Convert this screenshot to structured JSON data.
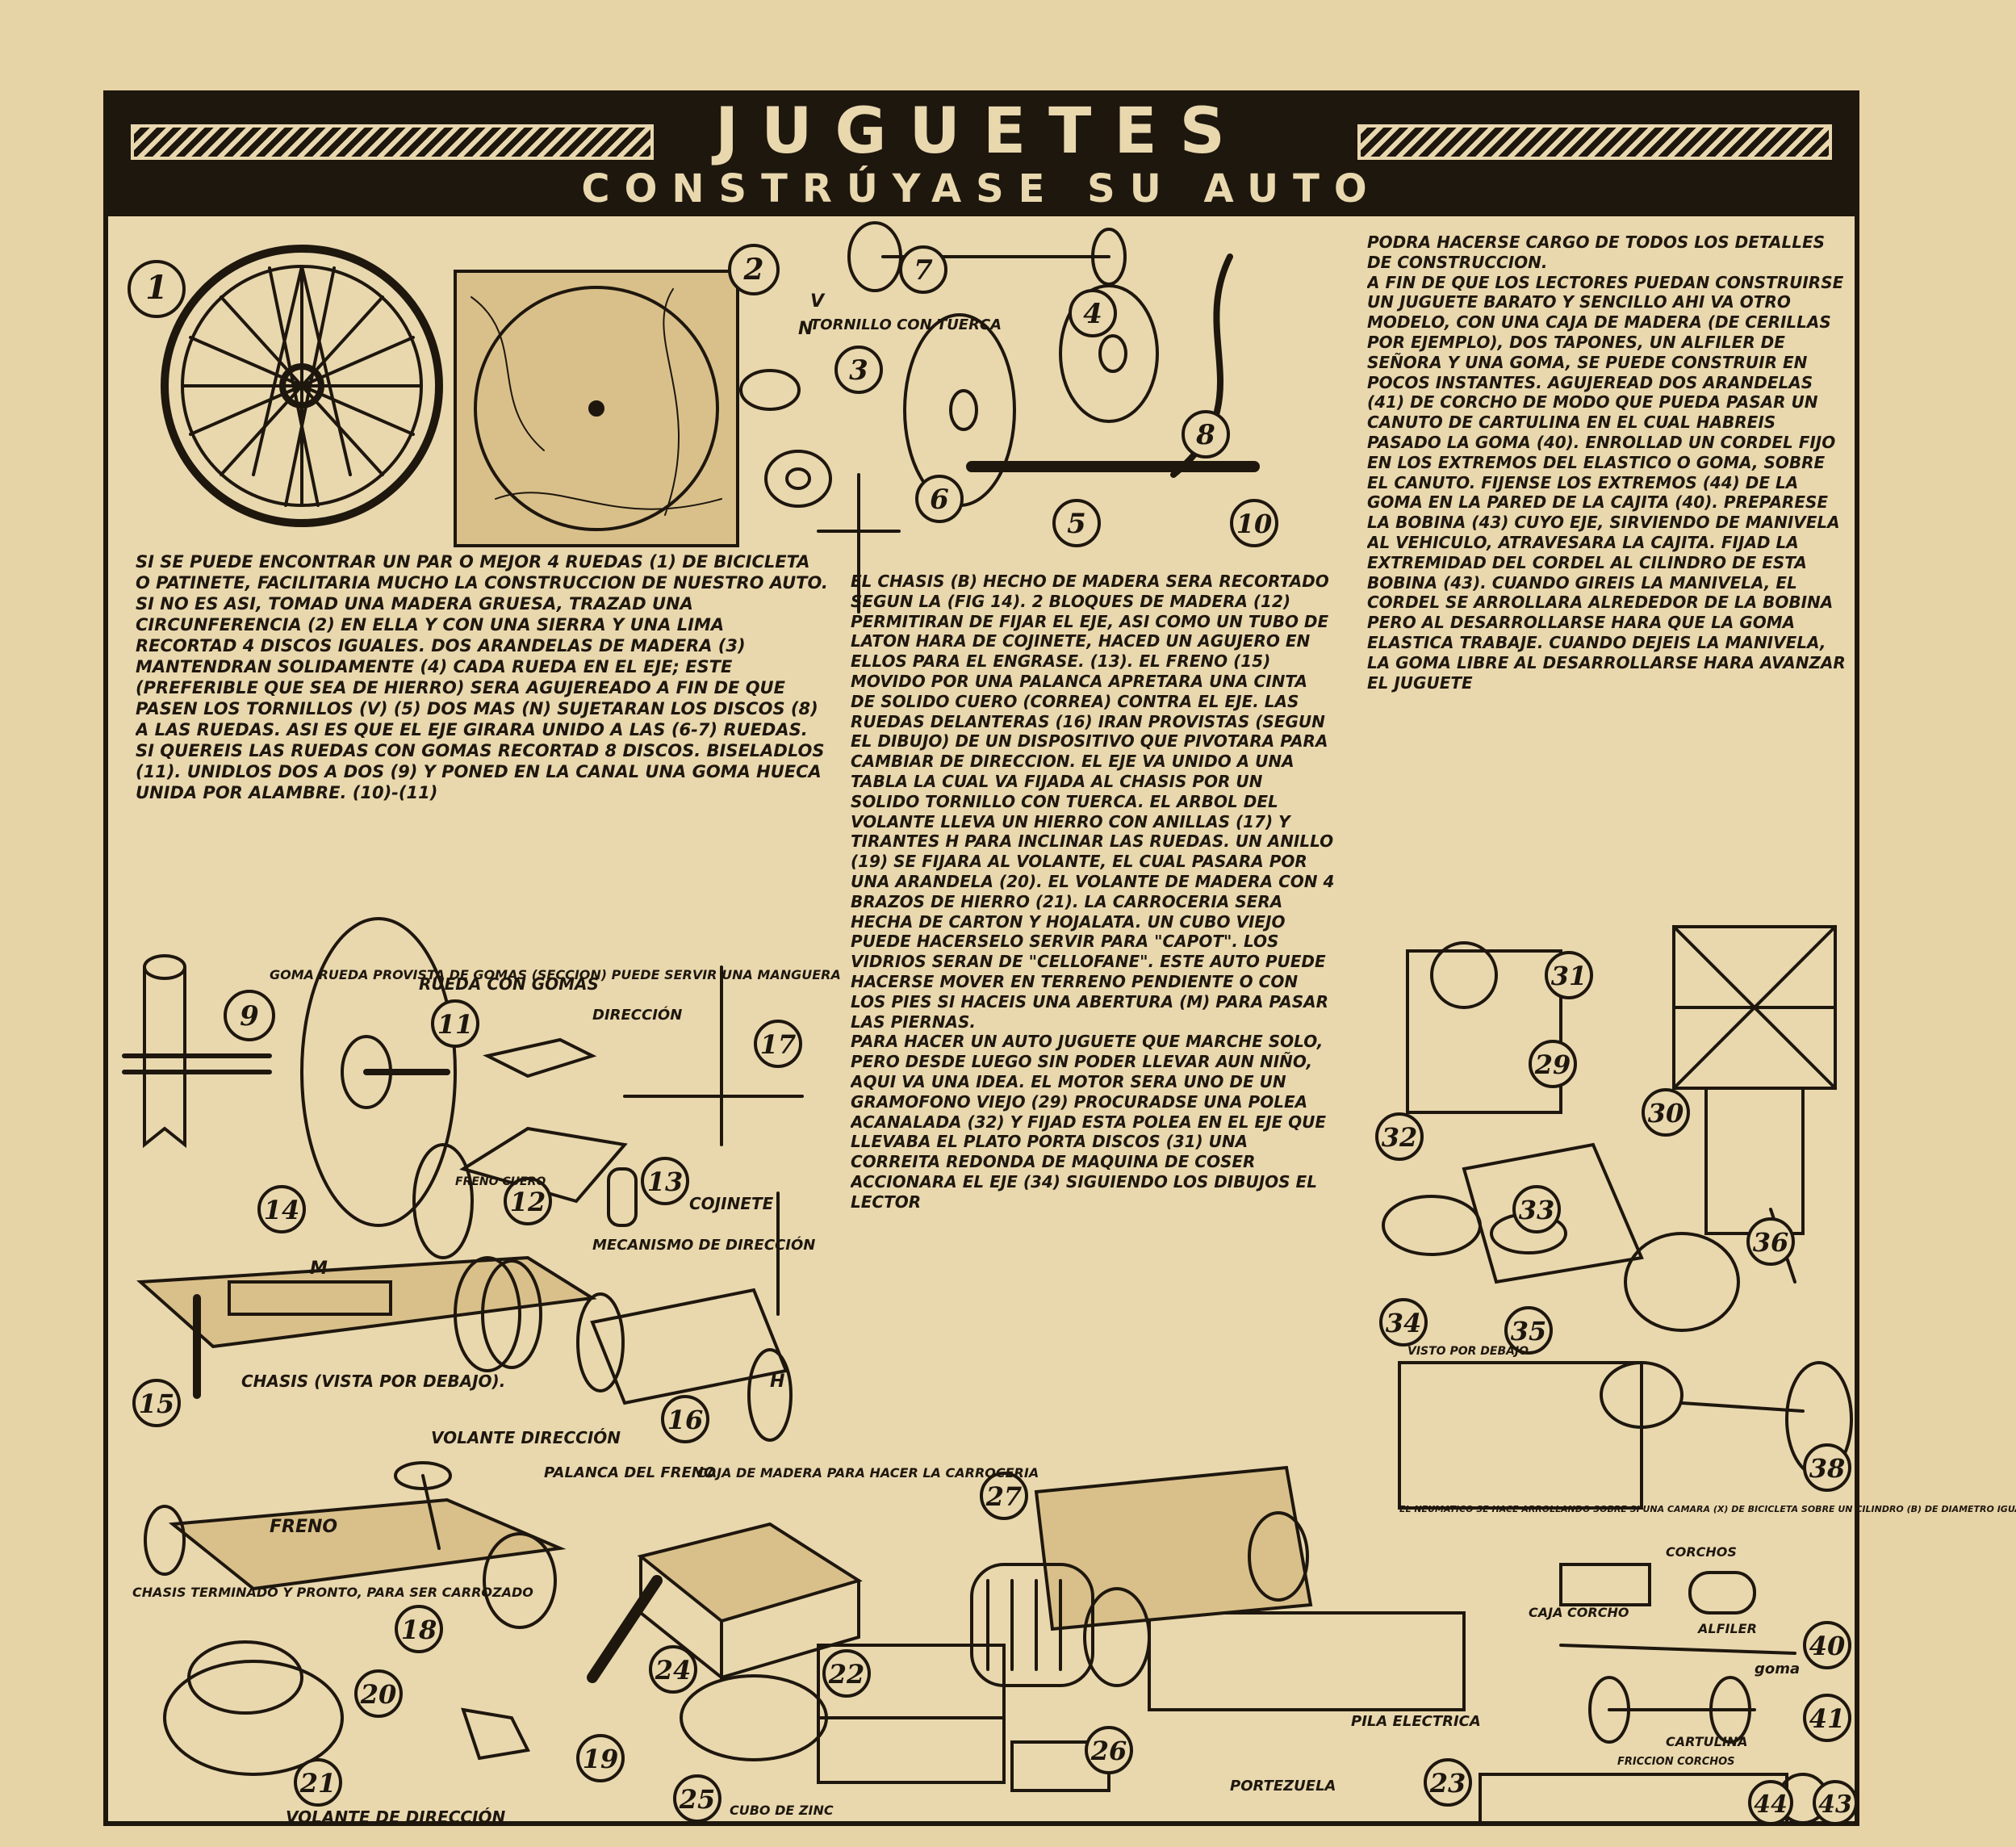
{
  "header": {
    "title": "JUGUETES",
    "subtitle": "CONSTRÚYASE SU AUTO"
  },
  "text": {
    "col1": "SI SE PUEDE ENCONTRAR UN PAR O MEJOR 4 RUEDAS (1) DE BICICLETA O PATINETE, FACILITARIA MUCHO LA CONSTRUCCION DE NUESTRO AUTO. SI NO ES ASI, TOMAD UNA MADERA GRUESA, TRAZAD UNA CIRCUNFERENCIA (2) EN ELLA Y CON UNA SIERRA Y UNA LIMA RECORTAD 4 DISCOS IGUALES. DOS ARANDELAS DE MADERA (3) MANTENDRAN SOLIDAMENTE (4) CADA RUEDA EN EL EJE; ESTE (PREFERIBLE QUE SEA DE HIERRO) SERA AGUJEREADO A FIN DE QUE PASEN LOS TORNILLOS (V) (5) DOS MAS (N) SUJETARAN LOS DISCOS (8) A LAS RUEDAS. ASI ES QUE EL EJE GIRARA UNIDO A LAS (6-7) RUEDAS. SI QUEREIS LAS RUEDAS CON GOMAS RECORTAD 8 DISCOS. BISELADLOS (11). UNIDLOS DOS A DOS (9) Y PONED EN LA CANAL UNA GOMA HUECA UNIDA POR ALAMBRE. (10)-(11)",
    "col2": "EL CHASIS (B) HECHO DE MADERA SERA RECORTADO SEGUN LA (FIG 14). 2 BLOQUES DE MADERA (12) PERMITIRAN DE FIJAR EL EJE, ASI COMO UN TUBO DE LATON HARA DE COJINETE, HACED UN AGUJERO EN ELLOS PARA EL ENGRASE. (13). EL FRENO (15) MOVIDO POR UNA PALANCA APRETARA UNA CINTA DE SOLIDO CUERO (CORREA) CONTRA EL EJE. LAS RUEDAS DELANTERAS (16) IRAN PROVISTAS (SEGUN EL DIBUJO) DE UN DISPOSITIVO QUE PIVOTARA PARA CAMBIAR DE DIRECCION. EL EJE VA UNIDO A UNA TABLA LA CUAL VA FIJADA AL CHASIS POR UN SOLIDO TORNILLO CON TUERCA. EL ARBOL DEL VOLANTE LLEVA UN HIERRO CON ANILLAS (17) Y TIRANTES H PARA INCLINAR LAS RUEDAS. UN ANILLO (19) SE FIJARA AL VOLANTE, EL CUAL PASARA POR UNA ARANDELA (20). EL VOLANTE DE MADERA CON 4 BRAZOS DE HIERRO (21). LA CARROCERIA SERA HECHA DE CARTON Y HOJALATA. UN CUBO VIEJO PUEDE HACERSELO SERVIR PARA \"CAPOT\". LOS VIDRIOS SERAN DE \"CELLOFANE\". ESTE AUTO PUEDE HACERSE MOVER EN TERRENO PENDIENTE O CON LOS PIES SI HACEIS UNA ABERTURA (M) PARA PASAR LAS PIERNAS.\nPARA HACER UN AUTO JUGUETE QUE MARCHE SOLO, PERO DESDE LUEGO SIN PODER LLEVAR AUN NIÑO, AQUI VA UNA IDEA. EL MOTOR SERA UNO DE UN GRAMOFONO VIEJO (29) PROCURADSE UNA POLEA ACANALADA (32) Y FIJAD ESTA POLEA EN EL EJE QUE LLEVABA EL PLATO PORTA DISCOS (31) UNA CORREITA REDONDA DE MAQUINA DE COSER ACCIONARA EL EJE (34) SIGUIENDO LOS DIBUJOS EL LECTOR",
    "col3": "PODRA HACERSE CARGO DE TODOS LOS DETALLES DE CONSTRUCCION.\nA FIN DE QUE LOS LECTORES PUEDAN CONSTRUIRSE UN JUGUETE BARATO Y SENCILLO AHI VA OTRO MODELO, CON UNA CAJA DE MADERA (DE CERILLAS POR EJEMPLO), DOS TAPONES, UN ALFILER DE SEÑORA Y UNA GOMA, SE PUEDE CONSTRUIR EN POCOS INSTANTES. AGUJEREAD DOS ARANDELAS (41) DE CORCHO DE MODO QUE PUEDA PASAR UN CANUTO DE CARTULINA EN EL CUAL HABREIS PASADO LA GOMA (40). ENROLLAD UN CORDEL FIJO EN LOS EXTREMOS DEL ELASTICO O GOMA, SOBRE EL CANUTO. FIJENSE LOS EXTREMOS (44) DE LA GOMA EN LA PARED DE LA CAJITA (40). PREPARESE LA BOBINA (43) CUYO EJE, SIRVIENDO DE MANIVELA AL VEHICULO, ATRAVESARA LA CAJITA. FIJAD LA EXTREMIDAD DEL CORDEL AL CILINDRO DE ESTA BOBINA (43). CUANDO GIREIS LA MANIVELA, EL CORDEL SE ARROLLARA ALREDEDOR DE LA BOBINA PERO AL DESARROLLARSE HARA QUE LA GOMA ELASTICA TRABAJE. CUANDO DEJEIS LA MANIVELA, LA GOMA LIBRE AL DESARROLLARSE HARA AVANZAR EL JUGUETE"
  },
  "labels": {
    "tornillo": "TORNILLO CON TUERCA",
    "goma_rueda": "GOMA RUEDA PROVISTA DE GOMAS (SECCION) PUEDE SERVIR UNA MANGUERA",
    "rueda_gomas": "RUEDA CON GOMAS",
    "direccion": "DIRECCIÓN",
    "freno_cuero": "FRENO CUERO",
    "cojinete": "COJINETE",
    "mecanismo": "MECANISMO DE DIRECCIÓN",
    "chasis": "CHASIS (VISTA POR DEBAJO).",
    "volante_dir": "VOLANTE DIRECCIÓN",
    "palanca": "PALANCA DEL FRENO",
    "freno": "FRENO",
    "chasis_term": "CHASIS TERMINADO Y PRONTO, PARA SER CARROZADO",
    "caja": "CAJA DE MADERA PARA HACER LA CARROCERIA",
    "volante_de_dir": "VOLANTE DE DIRECCIÓN",
    "cubo": "CUBO DE ZINC",
    "portezuela": "PORTEZUELA",
    "pila": "PILA ELECTRICA",
    "vista": "VISTO POR DEBAJO",
    "neumatico": "EL NEUMATICO SE HACE ARROLLANDO SOBRE SI UNA CAMARA (X) DE BICICLETA SOBRE UN CILINDRO (B) DE DIAMETRO IGUAL",
    "corchos": "CORCHOS",
    "alfiler": "ALFILER",
    "caja_corcho": "CAJA CORCHO",
    "goma": "goma",
    "cartulina": "CARTULINA",
    "friccion": "FRICCION CORCHOS",
    "m": "M",
    "n": "N",
    "v": "V",
    "h": "H"
  },
  "figures": [
    "1",
    "2",
    "3",
    "4",
    "5",
    "6",
    "7",
    "8",
    "9",
    "10",
    "11",
    "12",
    "13",
    "14",
    "15",
    "16",
    "17",
    "18",
    "19",
    "20",
    "21",
    "22",
    "23",
    "24",
    "25",
    "26",
    "27",
    "29",
    "30",
    "31",
    "32",
    "33",
    "34",
    "35",
    "36",
    "38",
    "40",
    "41",
    "43",
    "44"
  ]
}
